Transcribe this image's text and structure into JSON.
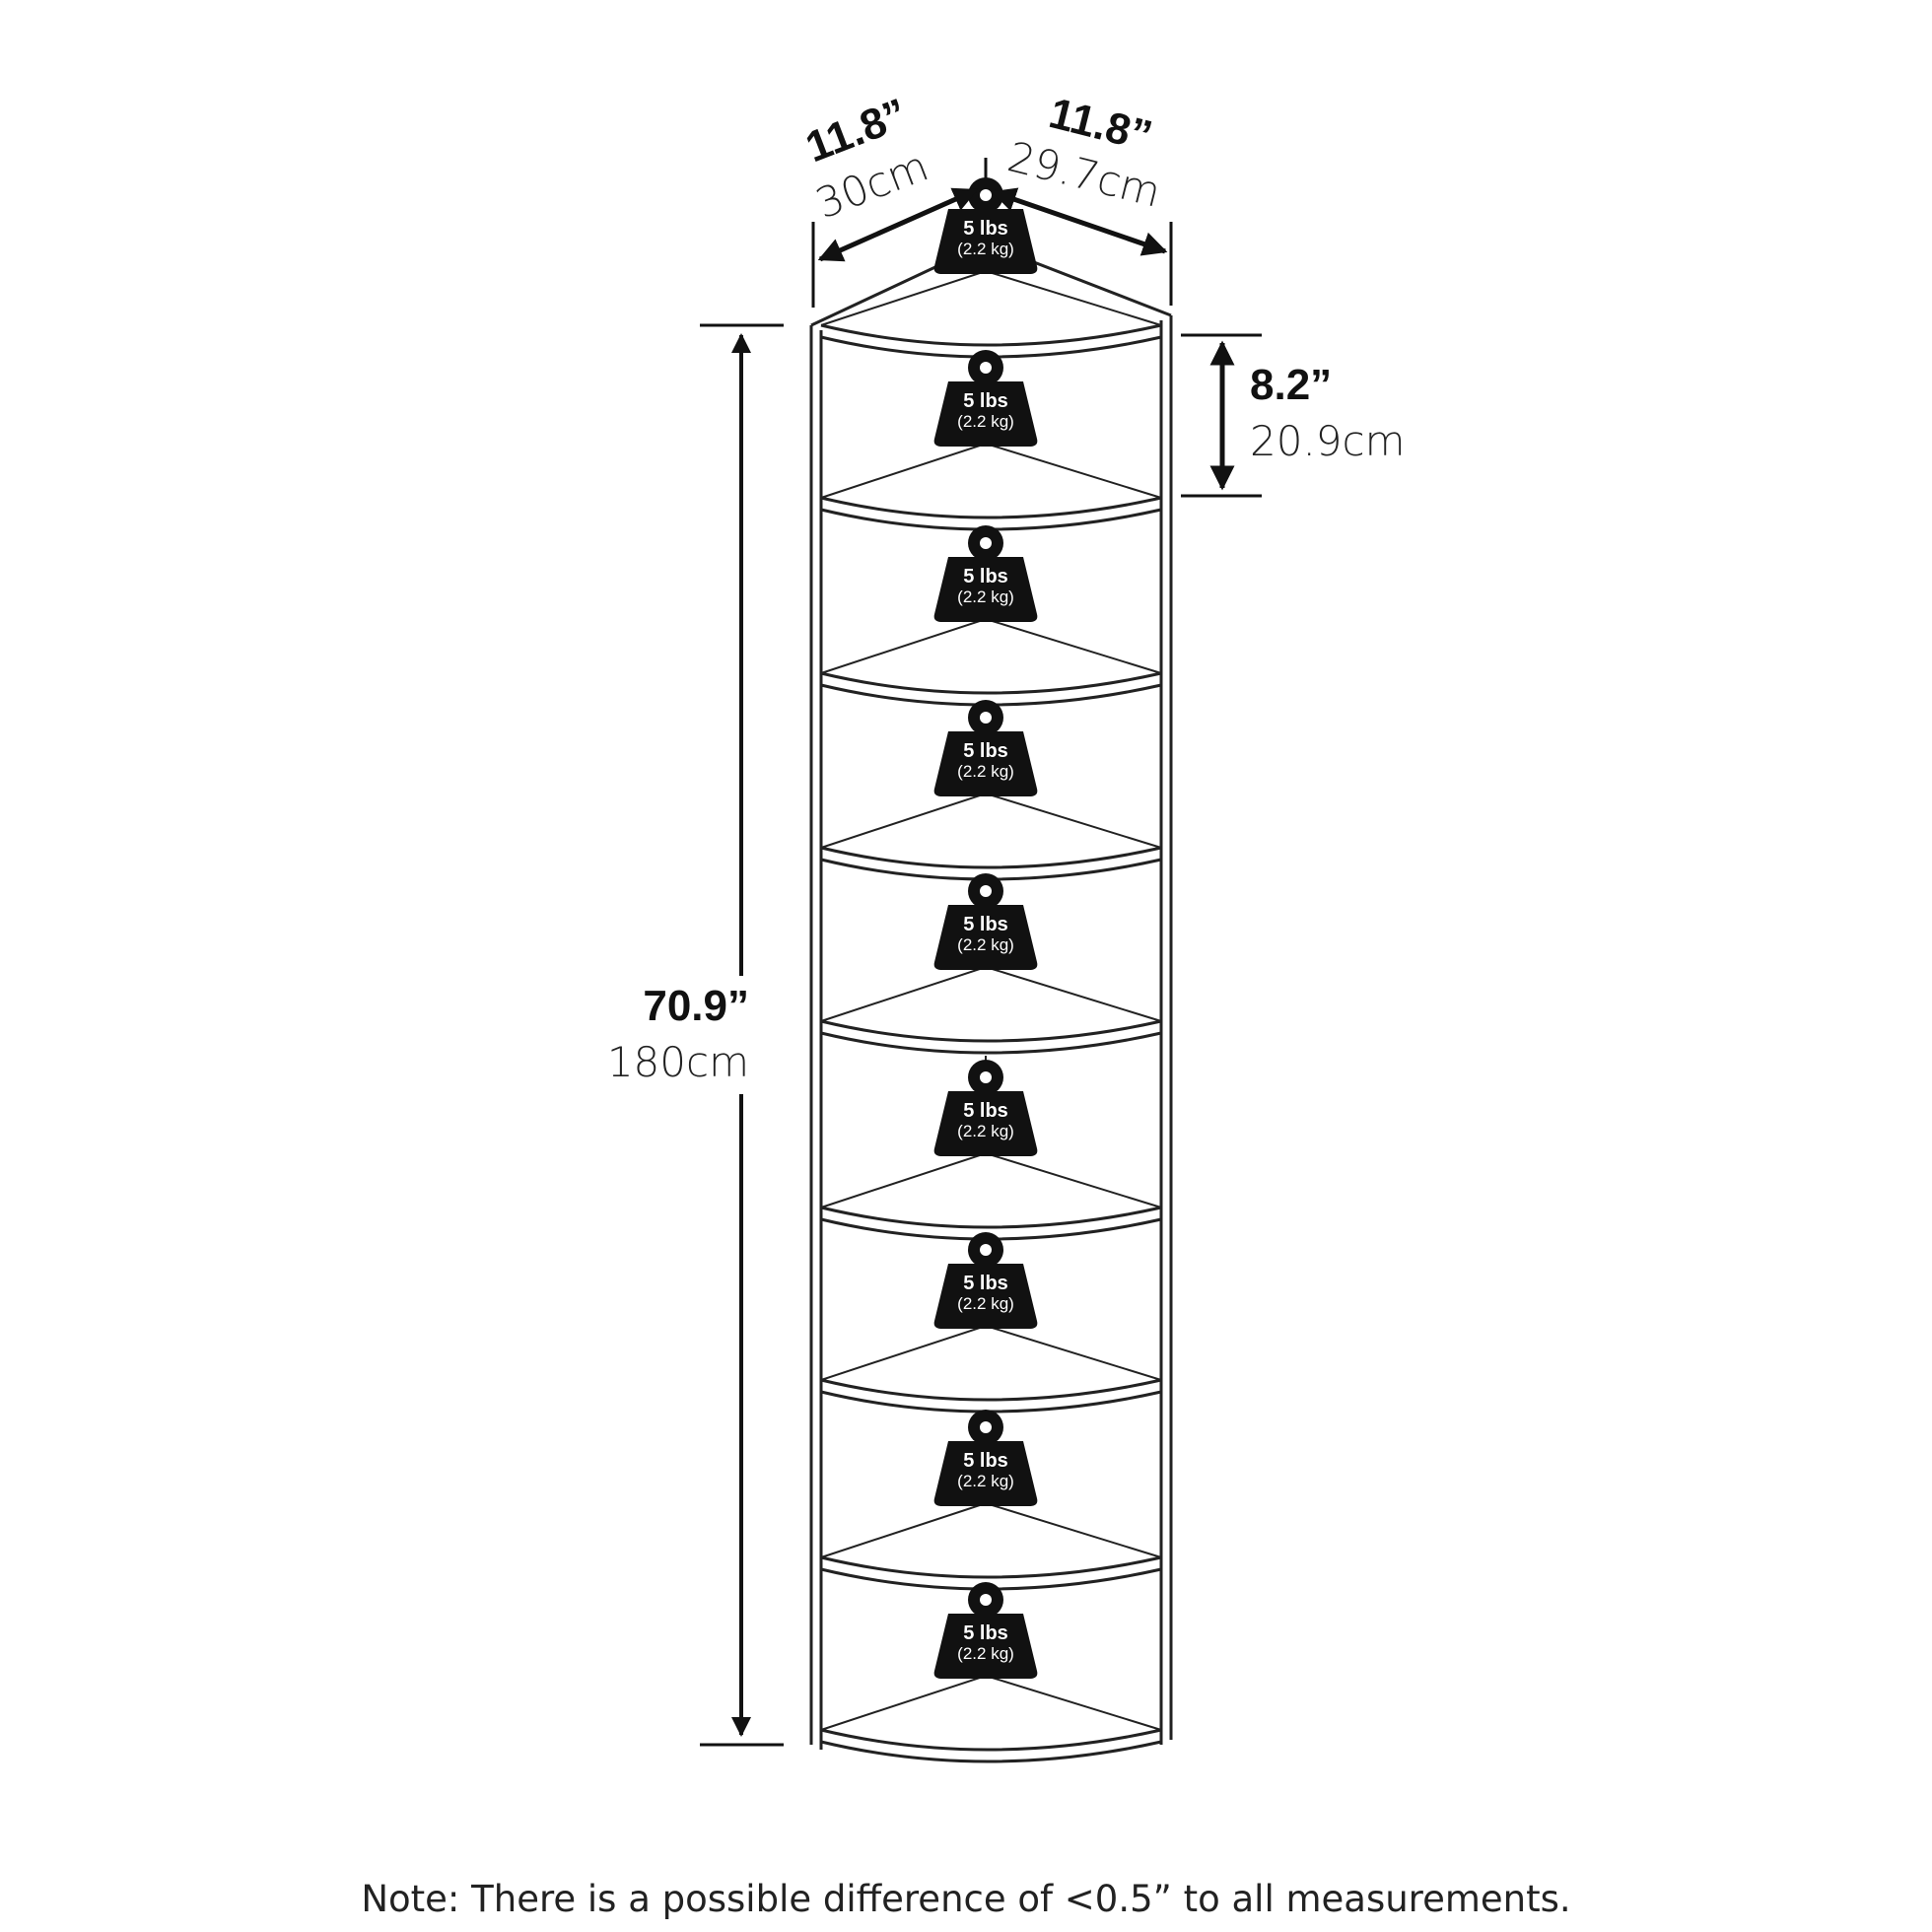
{
  "dimensions": {
    "width_left": {
      "imperial": "11.8”",
      "metric": "30cm"
    },
    "width_right": {
      "imperial": "11.8”",
      "metric": "29.7cm"
    },
    "shelf_spacing": {
      "imperial": "8.2”",
      "metric": "20.9cm"
    },
    "height": {
      "imperial": "70.9”",
      "metric": "180cm"
    }
  },
  "shelf_weight": {
    "label": "5 lbs",
    "sub": "(2.2 kg)"
  },
  "shelf_count": 9,
  "note": "Note: There is a possible difference of <0.5” to all measurements."
}
